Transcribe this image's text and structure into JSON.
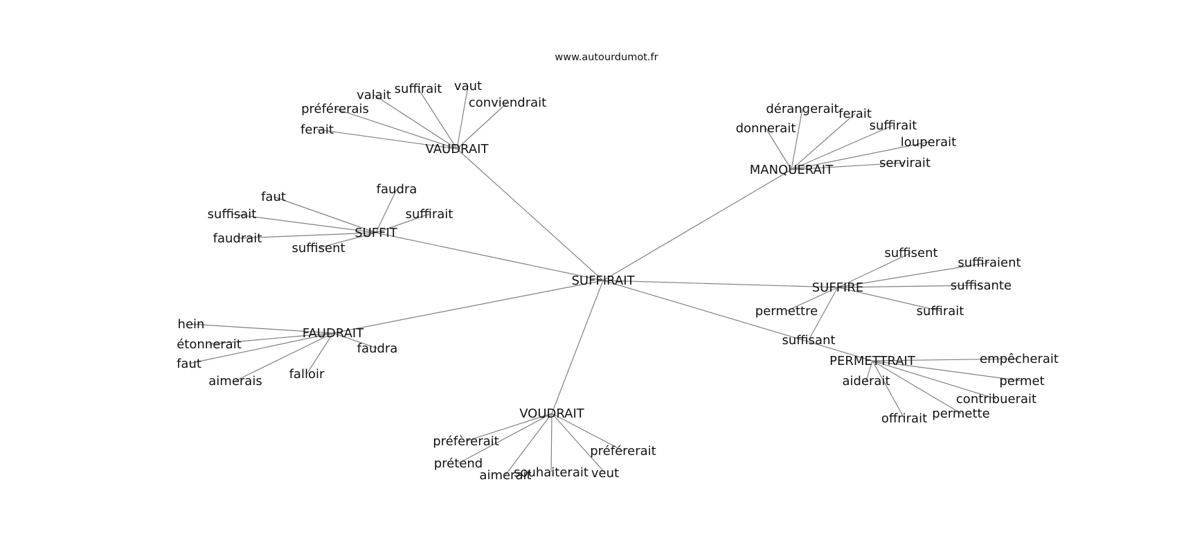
{
  "site": "www.autourdumot.fr",
  "center": "SUFFIRAIT",
  "clusters": [
    {
      "hub": "VAUDRAIT",
      "leaves": [
        "ferait",
        "préférerais",
        "valait",
        "suffirait",
        "vaut",
        "conviendrait"
      ]
    },
    {
      "hub": "MANQUERAIT",
      "leaves": [
        "donnerait",
        "dérangerait",
        "ferait",
        "suffirait",
        "louperait",
        "servirait"
      ]
    },
    {
      "hub": "SUFFIT",
      "leaves": [
        "faut",
        "suffisait",
        "faudrait",
        "suffisent",
        "faudra",
        "suffirait"
      ]
    },
    {
      "hub": "SUFFIRE",
      "leaves": [
        "suffisent",
        "suffiraient",
        "suffisante",
        "suffirait",
        "permettre",
        "suffisant"
      ]
    },
    {
      "hub": "FAUDRAIT",
      "leaves": [
        "hein",
        "étonnerait",
        "faut",
        "aimerais",
        "falloir",
        "faudra"
      ]
    },
    {
      "hub": "PERMETTRAIT",
      "leaves": [
        "empêcherait",
        "permet",
        "contribuerait",
        "permette",
        "offrirait",
        "aiderait"
      ]
    },
    {
      "hub": "VOUDRAIT",
      "leaves": [
        "préfèrerait",
        "prétend",
        "aimerait",
        "souhaiterait",
        "veut",
        "préférerait"
      ]
    }
  ]
}
